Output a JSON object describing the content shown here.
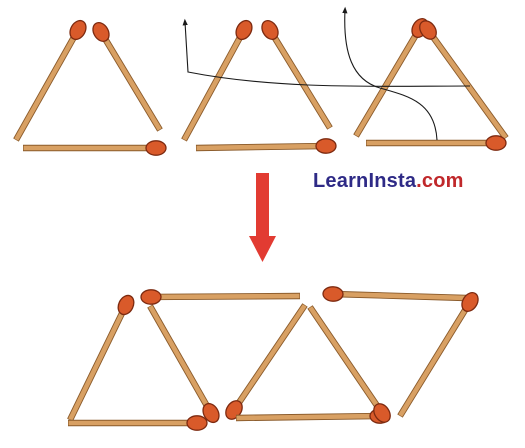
{
  "watermark": {
    "main": "LearnInsta",
    "domain": ".com"
  },
  "colors": {
    "stick_wood": "#d8a063",
    "stick_edge": "#8a5a2a",
    "match_head": "#d95a2a",
    "match_head_edge": "#7d2a10",
    "move_arrow": "#1a1a1a",
    "transform_arrow": "#e23b32",
    "background": "#ffffff"
  },
  "icons": {
    "matchstick": "matchstick-icon",
    "transform_arrow": "arrow-down-icon",
    "move_path": "curved-arrow-icon"
  },
  "diagram": {
    "before": {
      "matchsticks": 9,
      "triangles": 3,
      "moved_matchsticks": 2
    },
    "after": {
      "matchsticks": 9,
      "triangles": 4
    }
  }
}
